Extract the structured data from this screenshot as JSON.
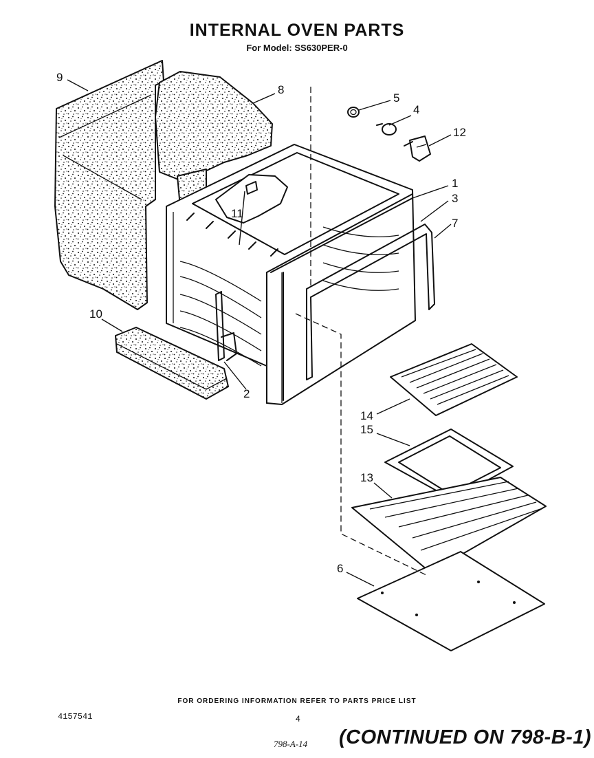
{
  "header": {
    "title": "INTERNAL OVEN PARTS",
    "subtitle": "For Model: SS630PER-0"
  },
  "callouts": {
    "c1": "1",
    "c2": "2",
    "c3": "3",
    "c4": "4",
    "c5": "5",
    "c6": "6",
    "c7": "7",
    "c8": "8",
    "c9": "9",
    "c10": "10",
    "c11": "11",
    "c12": "12",
    "c13": "13",
    "c14": "14",
    "c15": "15"
  },
  "footer": {
    "ordering_note": "FOR ORDERING INFORMATION REFER TO PARTS PRICE LIST",
    "doc_number": "4157541",
    "page_number": "4",
    "handwritten_code": "798-A-14",
    "continued": "(CONTINUED ON 798-B-1)"
  }
}
